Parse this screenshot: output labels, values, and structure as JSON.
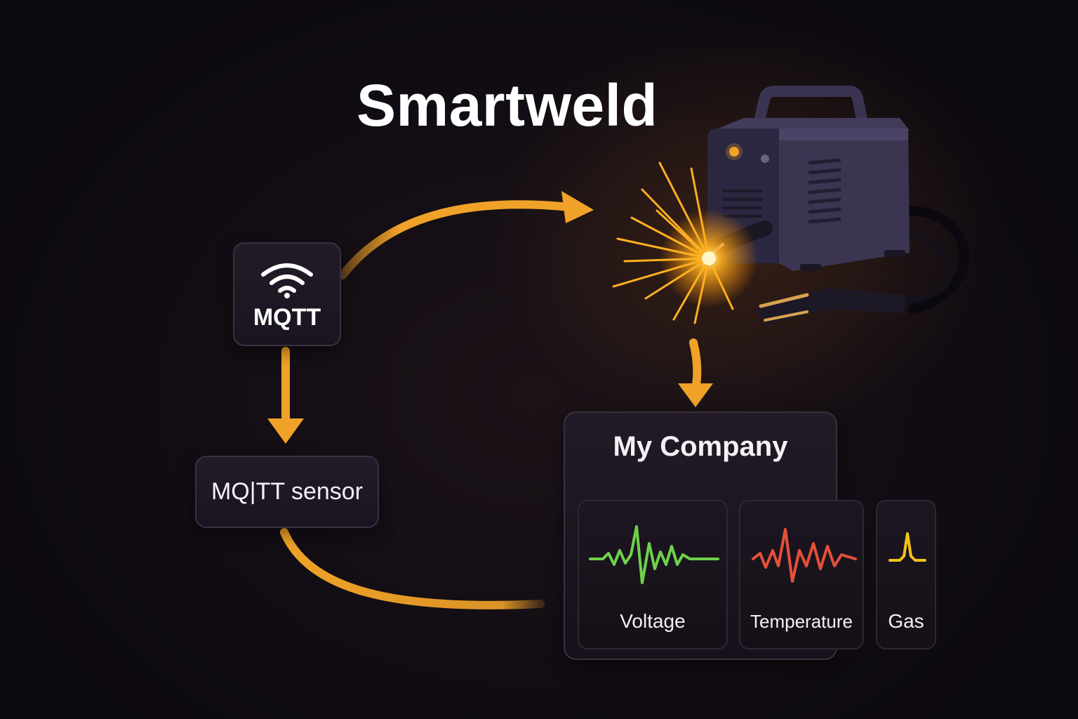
{
  "title": "Smartweld",
  "nodes": {
    "mqtt_broker": {
      "label": "MQTT",
      "icon": "wifi-icon"
    },
    "mqtt_sensor": {
      "label": "MQ|TT sensor"
    },
    "welder": {
      "icon": "welding-machine-icon"
    }
  },
  "dashboard": {
    "title": "My Company",
    "tiles": [
      {
        "label": "Voltage",
        "color": "#6fd14a",
        "icon": "voltage-waveform-icon"
      },
      {
        "label": "Temperature",
        "color": "#e5503a",
        "icon": "temperature-waveform-icon"
      },
      {
        "label": "Gas",
        "color": "#f2c31b",
        "icon": "gas-peak-icon"
      }
    ]
  },
  "colors": {
    "arrow": "#f0a228",
    "spark": "#ffb020",
    "background": "#120d14",
    "node_border": "#3a3040"
  }
}
